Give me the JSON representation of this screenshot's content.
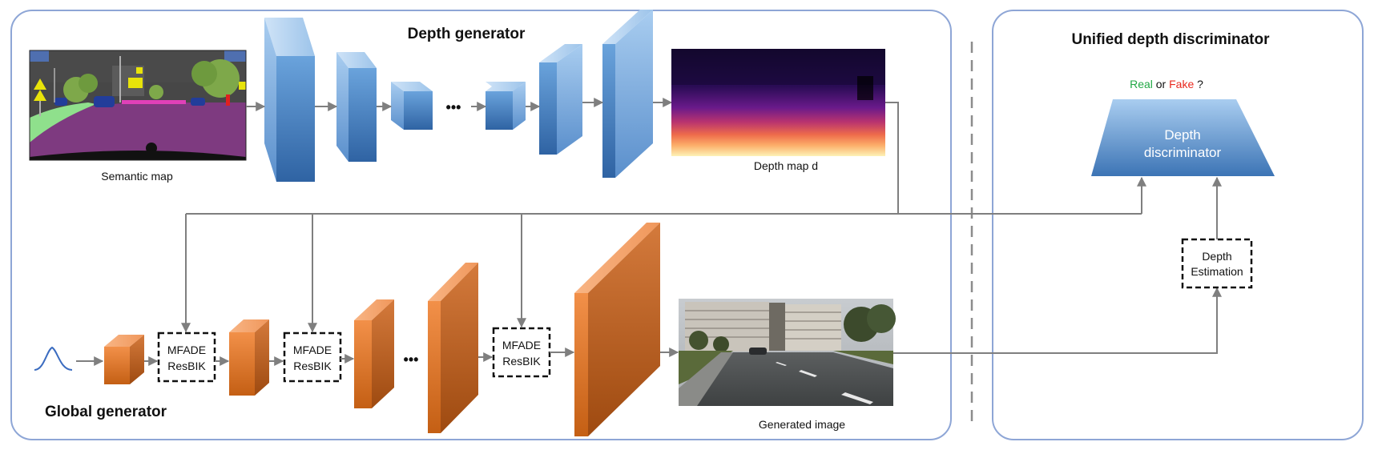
{
  "depth_generator": {
    "title": "Depth generator",
    "semantic_map_label": "Semantic map",
    "depth_map_label": "Depth map d",
    "ellipsis": "•••"
  },
  "global_generator": {
    "title": "Global generator",
    "block1_line1": "MFADE",
    "block1_line2": "ResBIK",
    "block2_line1": "MFADE",
    "block2_line2": "ResBIK",
    "block3_line1": "MFADE",
    "block3_line2": "ResBIK",
    "generated_image_label": "Generated image",
    "ellipsis": "•••"
  },
  "discriminator": {
    "title": "Unified depth discriminator",
    "real_word": "Real",
    "or_word": " or ",
    "fake_word": "Fake",
    "question": " ?",
    "box_line1": "Depth",
    "box_line2": "discriminator",
    "estimation_line1": "Depth",
    "estimation_line2": "Estimation"
  },
  "colors": {
    "panel_border": "#8ea6d6",
    "arrow": "#7f7f7f",
    "blue_block": "#4f86c0",
    "orange_block": "#dd7a30",
    "real": "#21a845",
    "fake": "#e8281e"
  },
  "icons": {
    "noise": "gaussian-noise-icon"
  }
}
